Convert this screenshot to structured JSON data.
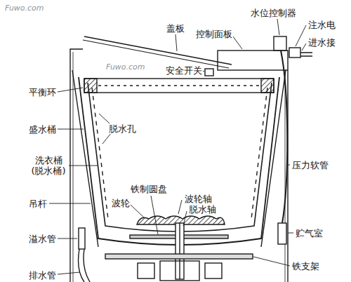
{
  "diagram": {
    "labels": [
      "Fuwo.com",
      "水位控制器",
      "盖板",
      "控制面板",
      "注水电",
      "进水接",
      "安全开关",
      "Fuwo.com",
      "平衡环",
      "脱水孔",
      "盛水桶",
      "洗衣桶 (脱水桶)",
      "压力软管",
      "铁制圆盘",
      "波轮",
      "波轮轴",
      "吊杆",
      "脱水轴",
      "溢水管",
      "贮气室",
      "铁支架",
      "排水管"
    ]
  }
}
